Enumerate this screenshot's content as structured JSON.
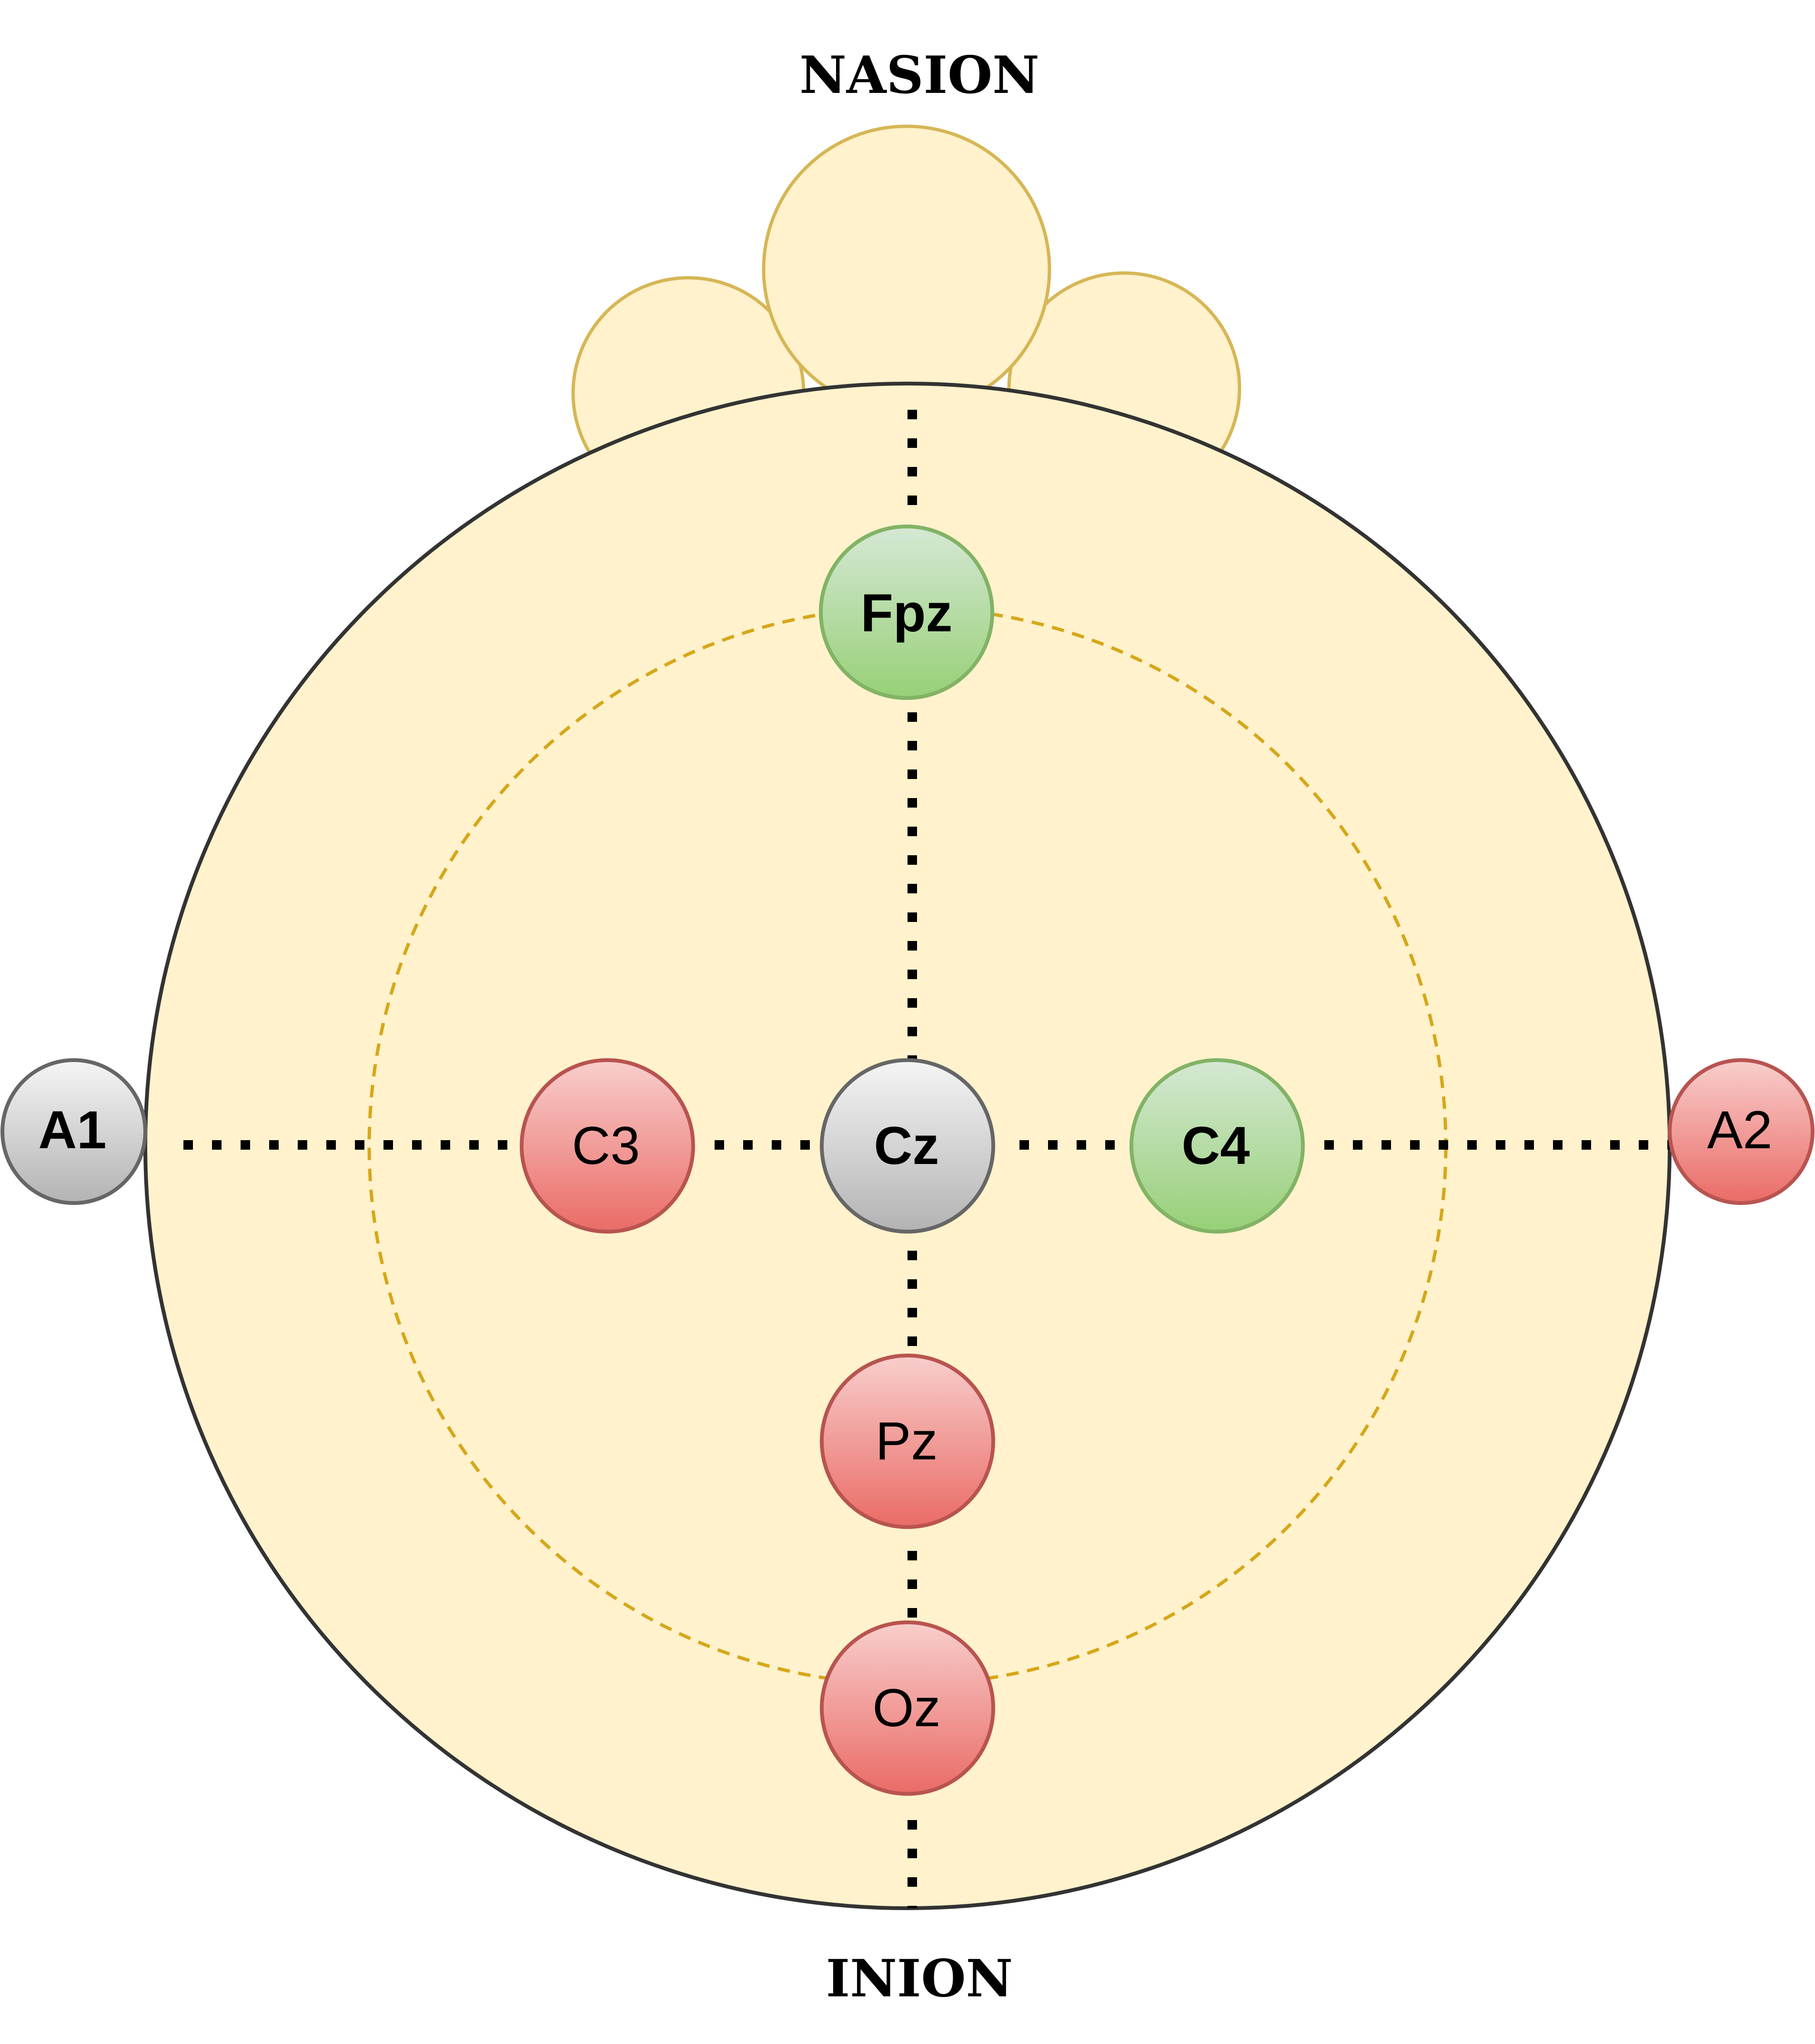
{
  "landmarks": {
    "top": "NASION",
    "bottom": "INION"
  },
  "colors": {
    "head_fill": "#fff2cc",
    "head_stroke": "#333333",
    "nose_stroke": "#d6b656",
    "dashed_ring": "#d6a71a",
    "guide_line": "#000000",
    "green_top": "#d5e8d4",
    "green_bottom": "#97d077",
    "green_stroke": "#82b366",
    "red_top": "#f8cecc",
    "red_bottom": "#ea6b66",
    "red_stroke": "#b85450",
    "gray_top": "#f5f5f5",
    "gray_bottom": "#b3b3b3",
    "gray_stroke": "#666666"
  },
  "electrodes": {
    "fpz": {
      "label": "Fpz",
      "color": "green"
    },
    "a1": {
      "label": "A1",
      "color": "gray"
    },
    "c3": {
      "label": "C3",
      "color": "red"
    },
    "cz": {
      "label": "Cz",
      "color": "gray"
    },
    "c4": {
      "label": "C4",
      "color": "green"
    },
    "a2": {
      "label": "A2",
      "color": "red"
    },
    "pz": {
      "label": "Pz",
      "color": "red"
    },
    "oz": {
      "label": "Oz",
      "color": "red"
    }
  }
}
